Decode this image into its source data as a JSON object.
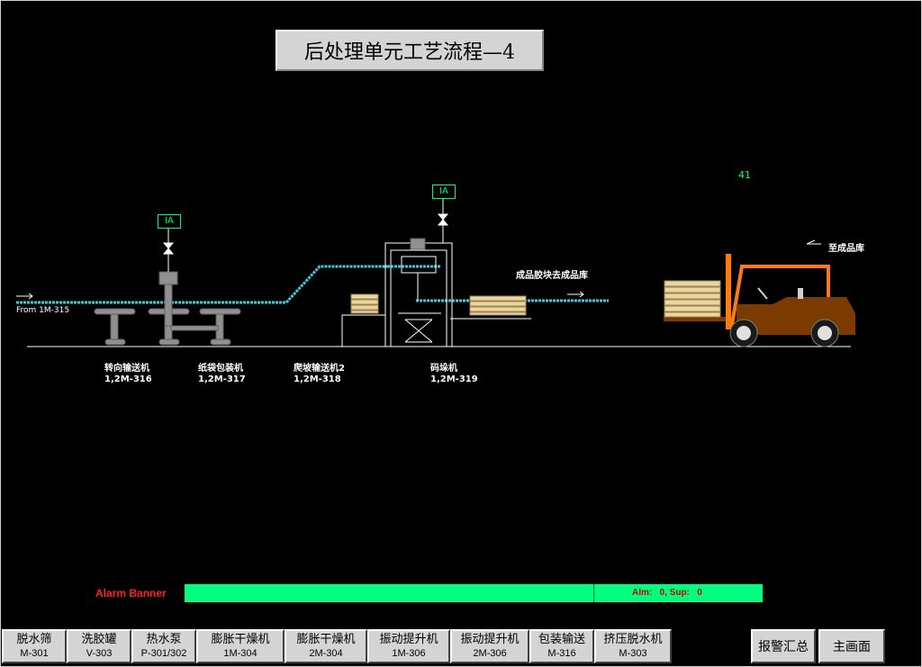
{
  "title": "后处理单元工艺流程—4",
  "counter": "41",
  "from_label": "From 1M-315",
  "destination_label": "至成品库",
  "product_label": "成品胶块去成品库",
  "ia_label": "IA",
  "equipment": [
    {
      "name": "转向输送机",
      "tag": "1,2M-316"
    },
    {
      "name": "纸袋包装机",
      "tag": "1,2M-317"
    },
    {
      "name": "爬坡输送机2",
      "tag": "1,2M-318"
    },
    {
      "name": "码垛机",
      "tag": "1,2M-319"
    }
  ],
  "alarm": {
    "label": "Alarm Banner",
    "status": "Alm:   0, Sup:   0"
  },
  "nav_buttons": [
    {
      "line1": "脱水筛",
      "line2": "M-301"
    },
    {
      "line1": "洗胶罐",
      "line2": "V-303"
    },
    {
      "line1": "热水泵",
      "line2": "P-301/302"
    },
    {
      "line1": "膨胀干燥机",
      "line2": "1M-304"
    },
    {
      "line1": "膨胀干燥机",
      "line2": "2M-304"
    },
    {
      "line1": "振动提升机",
      "line2": "1M-306"
    },
    {
      "line1": "振动提升机",
      "line2": "2M-306"
    },
    {
      "line1": "包装输送",
      "line2": "M-316"
    },
    {
      "line1": "挤压脱水机",
      "line2": "M-303"
    }
  ],
  "alarm_summary_button": "报警汇总",
  "main_screen_button": "主画面",
  "colors": {
    "conveyor": "#40c8d8",
    "alarm_bar": "#00ff80",
    "alarm_label": "#ff2020",
    "ia_box": "#00ff66",
    "forklift": "#ff7a10",
    "forklift_body": "#7a3a00",
    "bale": "#e8d8a0",
    "machine_gray": "#909090"
  }
}
